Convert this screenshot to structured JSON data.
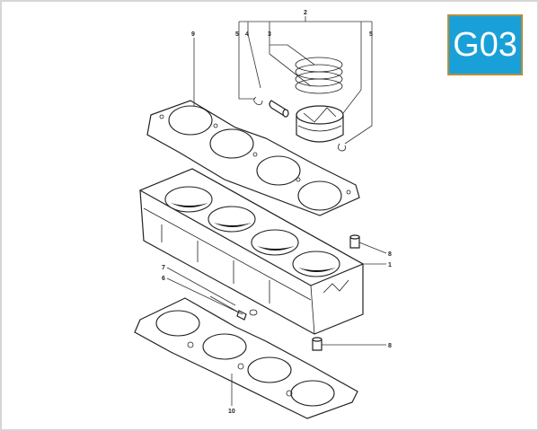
{
  "badge": {
    "code": "G03",
    "background": "#1aa0d8",
    "border": "#b58f3c"
  },
  "callouts": {
    "c1": "1",
    "c2": "2",
    "c3": "3",
    "c4": "4",
    "c5a": "5",
    "c5b": "5",
    "c6": "6",
    "c7": "7",
    "c8a": "8",
    "c8b": "8",
    "c9": "9",
    "c10": "10"
  }
}
